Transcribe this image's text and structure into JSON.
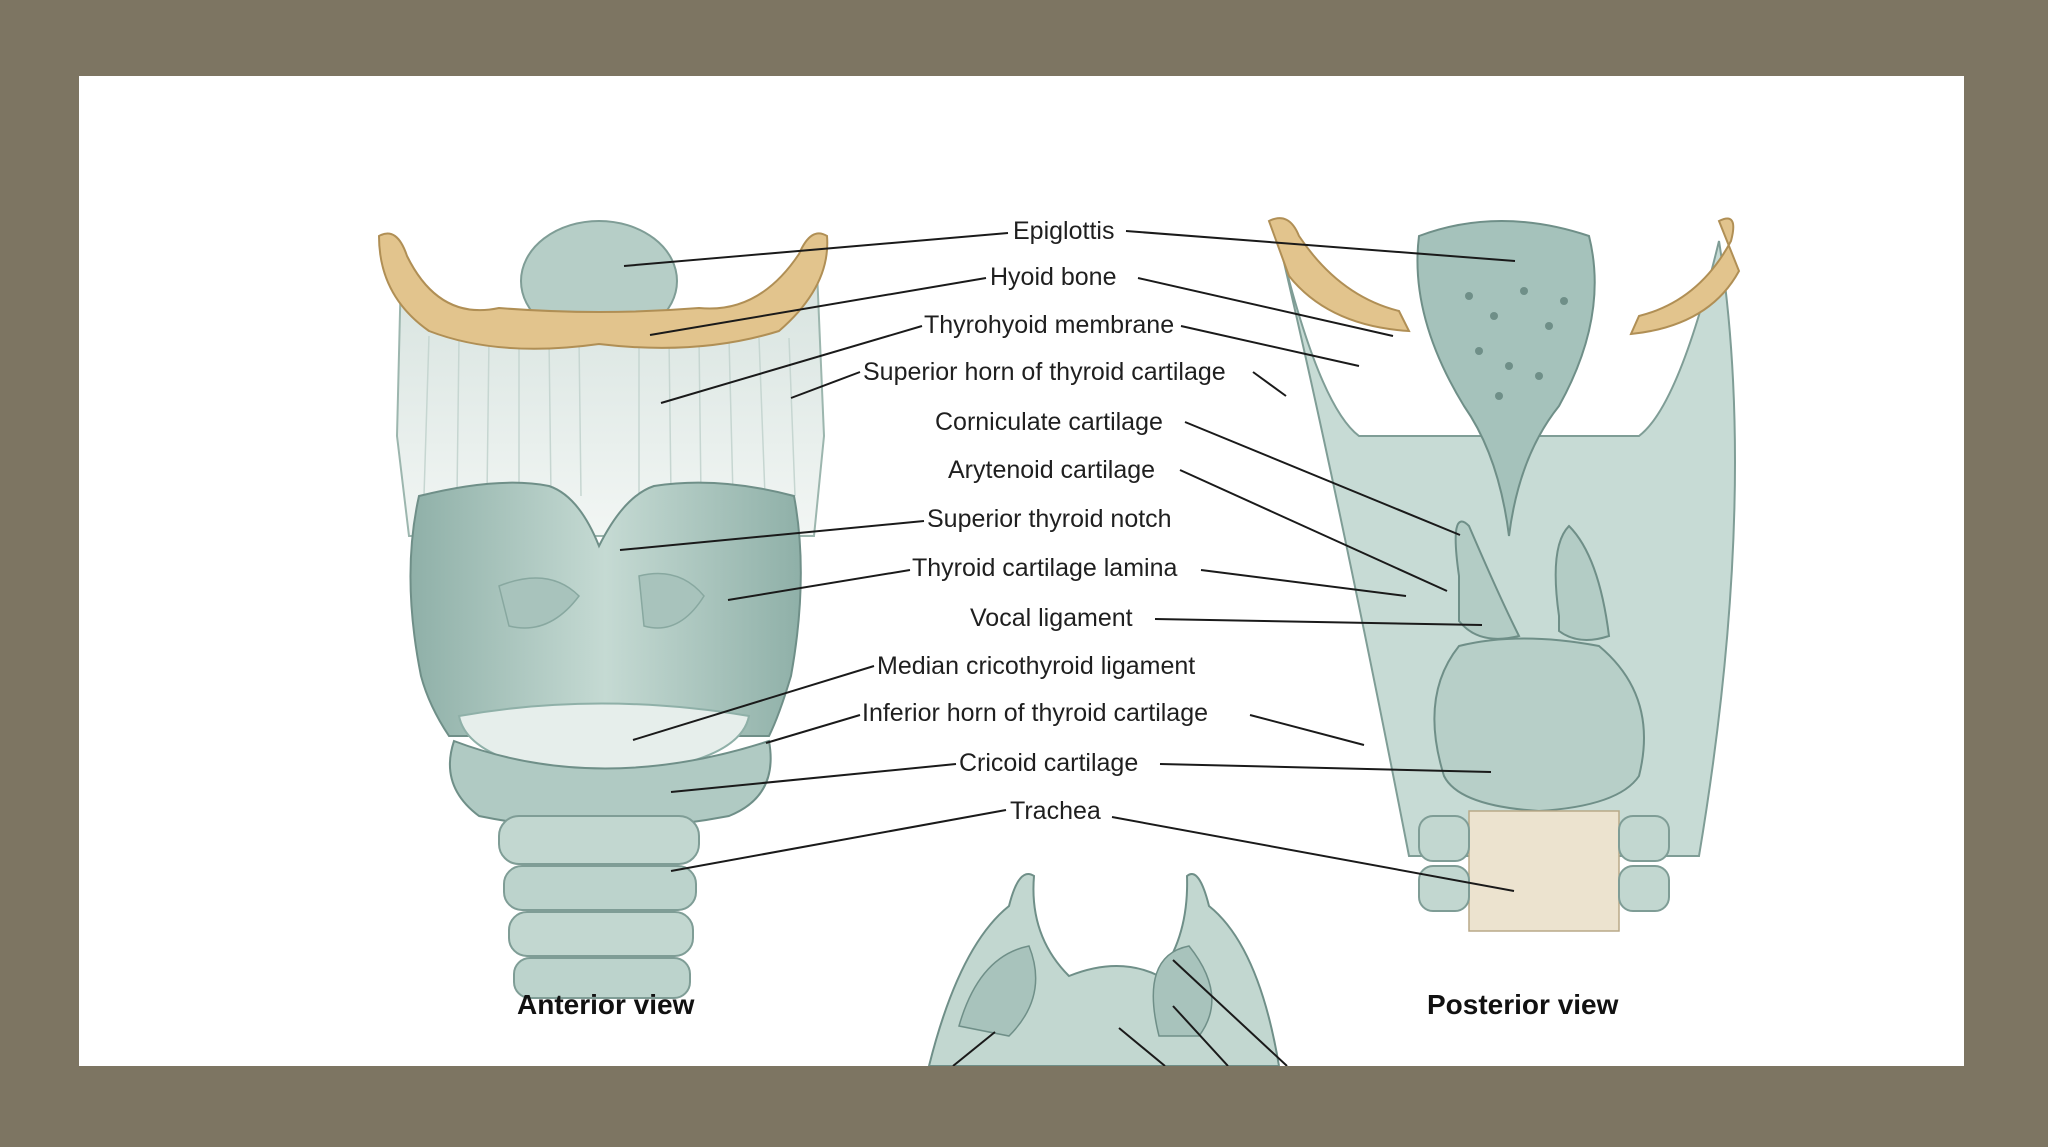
{
  "labels": {
    "epiglottis": "Epiglottis",
    "hyoid_bone": "Hyoid bone",
    "thyrohyoid_membrane": "Thyrohyoid membrane",
    "superior_horn": "Superior horn of thyroid cartilage",
    "corniculate": "Corniculate cartilage",
    "arytenoid": "Arytenoid cartilage",
    "superior_notch": "Superior thyroid notch",
    "lamina": "Thyroid cartilage lamina",
    "vocal_ligament": "Vocal ligament",
    "median_cricothyroid": "Median cricothyroid ligament",
    "inferior_horn": "Inferior horn of thyroid cartilage",
    "cricoid": "Cricoid cartilage",
    "trachea": "Trachea"
  },
  "views": {
    "anterior": "Anterior view",
    "posterior": "Posterior view"
  },
  "colors": {
    "frame": "#7d7562",
    "cartilage": "#b9d1ca",
    "cartilage_shade": "#8fb0a8",
    "bone": "#e2c48d",
    "membrane": "#e8efec"
  }
}
